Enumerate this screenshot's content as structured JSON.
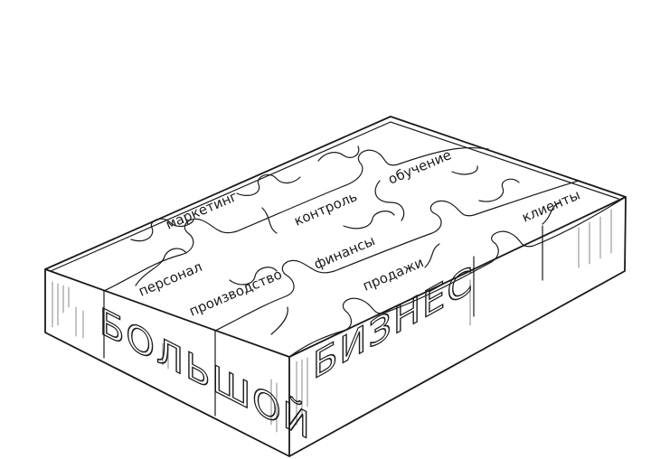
{
  "puzzle": {
    "pieces": {
      "marketing": "маркетинг",
      "control": "контроль",
      "training": "обучение",
      "personnel": "персонал",
      "production": "производство",
      "finance": "финансы",
      "sales": "продажи",
      "clients": "клиенты"
    },
    "side_text": {
      "left": "БОЛЬШОЙ",
      "right": "БИЗНЕС"
    }
  }
}
